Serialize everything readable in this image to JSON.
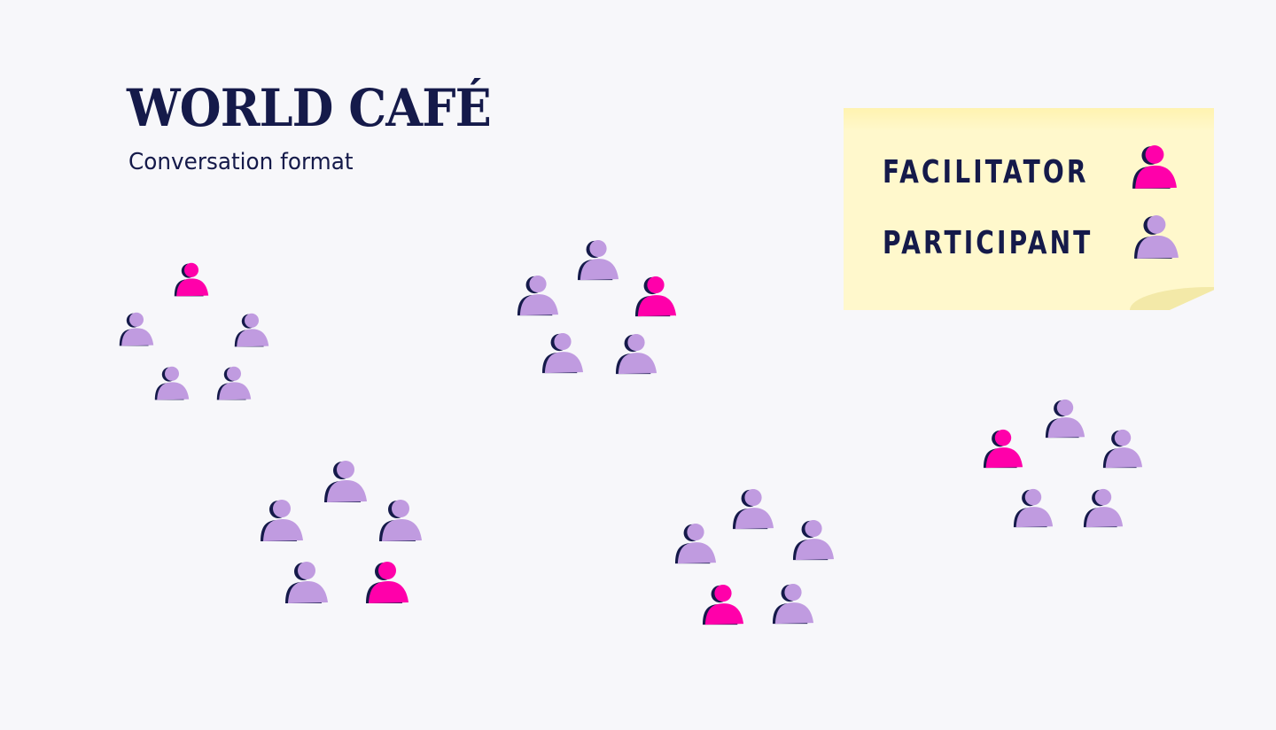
{
  "header": {
    "title": "WORLD CAFÉ",
    "subtitle": "Conversation format"
  },
  "legend": {
    "items": [
      {
        "label": "FACILITATOR",
        "role": "facilitator"
      },
      {
        "label": "PARTICIPANT",
        "role": "participant"
      }
    ]
  },
  "colors": {
    "facilitator": "#ff00aa",
    "participant": "#c09be0",
    "shadow": "#151a4a",
    "text": "#151a4a",
    "note": "#fff8cc"
  },
  "tables": [
    {
      "members": [
        "facilitator",
        "participant",
        "participant",
        "participant",
        "participant"
      ]
    },
    {
      "members": [
        "participant",
        "participant",
        "facilitator",
        "participant",
        "participant"
      ]
    },
    {
      "members": [
        "participant",
        "participant",
        "participant",
        "participant",
        "facilitator"
      ]
    },
    {
      "members": [
        "participant",
        "participant",
        "participant",
        "facilitator",
        "participant"
      ]
    },
    {
      "members": [
        "participant",
        "facilitator",
        "participant",
        "participant",
        "participant"
      ]
    }
  ]
}
